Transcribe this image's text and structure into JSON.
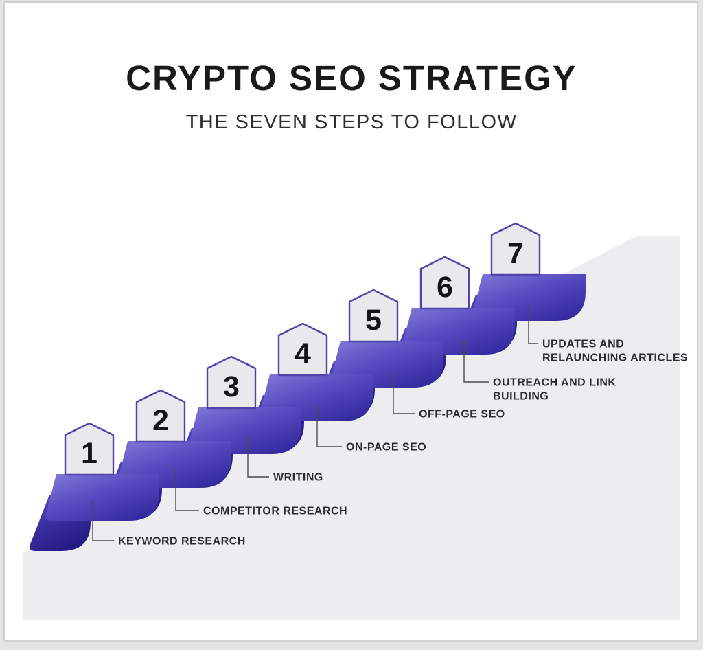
{
  "header": {
    "title": "CRYPTO SEO STRATEGY",
    "subtitle": "THE SEVEN STEPS TO FOLLOW"
  },
  "steps": [
    {
      "number": "1",
      "label_lines": [
        "KEYWORD RESEARCH"
      ]
    },
    {
      "number": "2",
      "label_lines": [
        "COMPETITOR RESEARCH"
      ]
    },
    {
      "number": "3",
      "label_lines": [
        "WRITING"
      ]
    },
    {
      "number": "4",
      "label_lines": [
        "ON-PAGE SEO"
      ]
    },
    {
      "number": "5",
      "label_lines": [
        "OFF-PAGE SEO"
      ]
    },
    {
      "number": "6",
      "label_lines": [
        "OUTREACH AND LINK",
        "BUILDING"
      ]
    },
    {
      "number": "7",
      "label_lines": [
        "UPDATES AND",
        "RELAUNCHING ARTICLES"
      ]
    }
  ],
  "colors": {
    "step_gradient_light": "#837ad8",
    "step_gradient_mid": "#5a4cc2",
    "step_gradient_dark": "#30259a",
    "shadow_gradient_light": "#5d50c6",
    "shadow_gradient_mid": "#3c2fa0",
    "shadow_gradient_dark": "#251a84",
    "pentagon_fill": "#e9e8ec",
    "pentagon_stroke": "#5044aa",
    "background_shape": "#ededef",
    "label_text": "#2d2b30",
    "title_text": "#1a1a1a"
  }
}
